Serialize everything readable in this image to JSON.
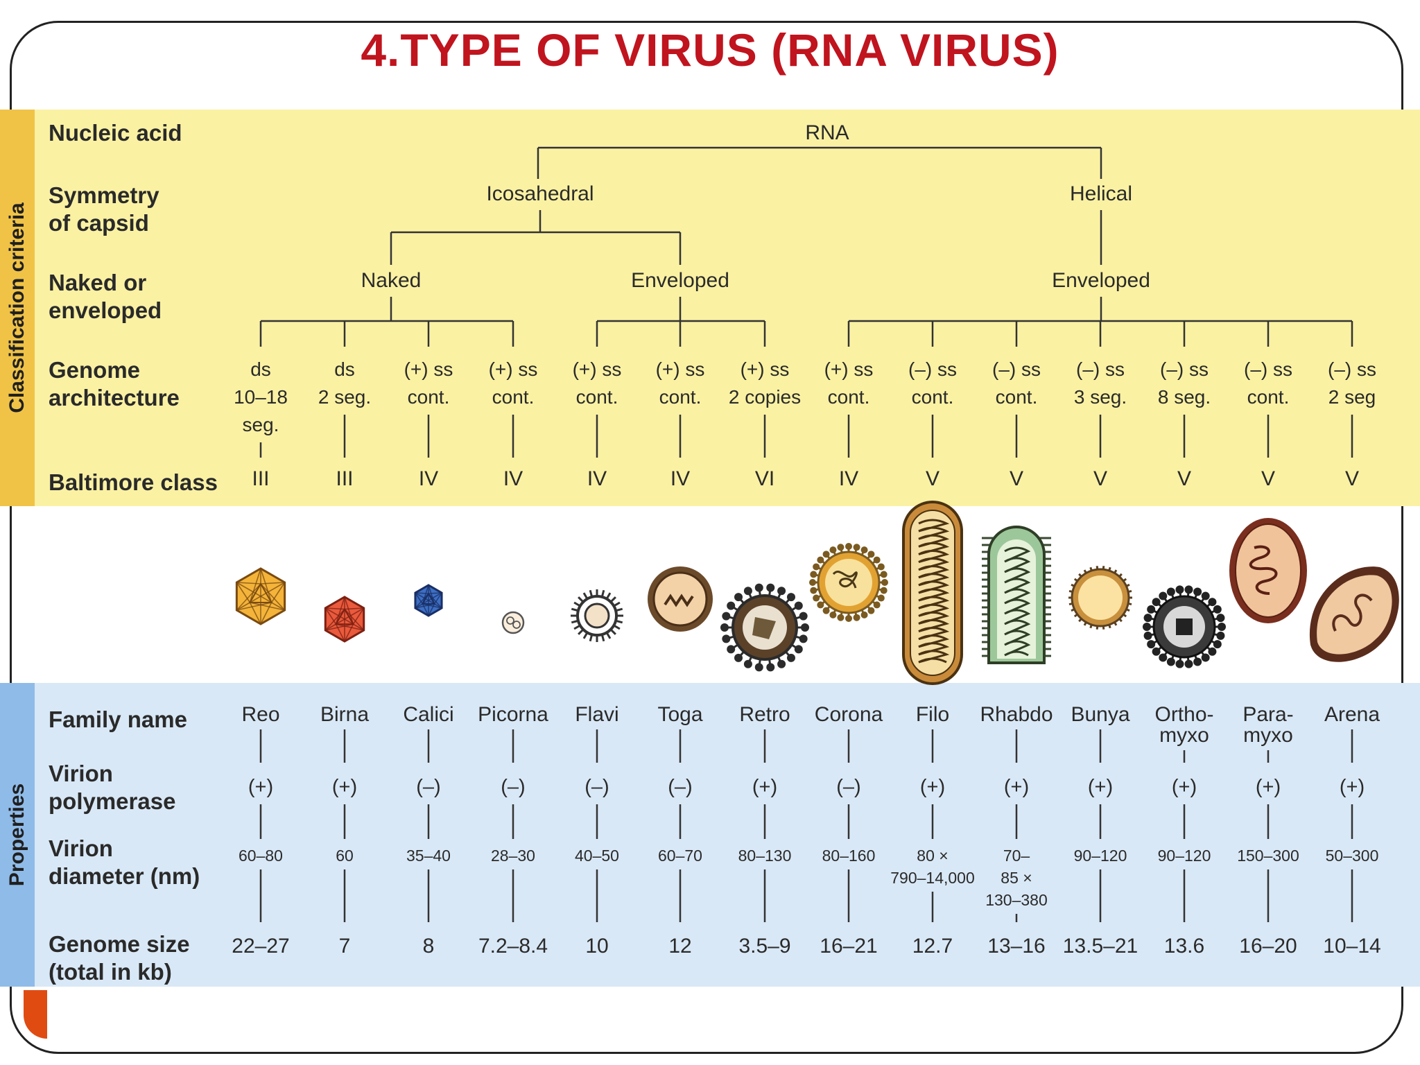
{
  "title": "4.TYPE OF VIRUS (RNA VIRUS)",
  "section_labels": {
    "classification": "Classification criteria",
    "properties": "Properties"
  },
  "row_labels": {
    "nucleic_acid": "Nucleic acid",
    "symmetry": [
      "Symmetry",
      "of capsid"
    ],
    "naked_enveloped": [
      "Naked or",
      "enveloped"
    ],
    "genome_architecture": [
      "Genome",
      "architecture"
    ],
    "baltimore": "Baltimore class",
    "family": "Family name",
    "polymerase": [
      "Virion",
      "polymerase"
    ],
    "diameter": [
      "Virion",
      "diameter (nm)"
    ],
    "genome_size": [
      "Genome size",
      "(total in kb)"
    ]
  },
  "tree": {
    "root": "RNA",
    "symmetry": [
      "Icosahedral",
      "Helical"
    ],
    "envelope": [
      "Naked",
      "Enveloped",
      "Enveloped"
    ]
  },
  "viruses": [
    {
      "arch": [
        "ds",
        "10–18",
        "seg."
      ],
      "baltimore": "III",
      "family": [
        "Reo"
      ],
      "polymerase": "(+)",
      "diameter": [
        "60–80"
      ],
      "genome_size": "22–27"
    },
    {
      "arch": [
        "ds",
        "2 seg."
      ],
      "baltimore": "III",
      "family": [
        "Birna"
      ],
      "polymerase": "(+)",
      "diameter": [
        "60"
      ],
      "genome_size": "7"
    },
    {
      "arch": [
        "(+) ss",
        "cont."
      ],
      "baltimore": "IV",
      "family": [
        "Calici"
      ],
      "polymerase": "(–)",
      "diameter": [
        "35–40"
      ],
      "genome_size": "8"
    },
    {
      "arch": [
        "(+) ss",
        "cont."
      ],
      "baltimore": "IV",
      "family": [
        "Picorna"
      ],
      "polymerase": "(–)",
      "diameter": [
        "28–30"
      ],
      "genome_size": "7.2–8.4"
    },
    {
      "arch": [
        "(+) ss",
        "cont."
      ],
      "baltimore": "IV",
      "family": [
        "Flavi"
      ],
      "polymerase": "(–)",
      "diameter": [
        "40–50"
      ],
      "genome_size": "10"
    },
    {
      "arch": [
        "(+) ss",
        "cont."
      ],
      "baltimore": "IV",
      "family": [
        "Toga"
      ],
      "polymerase": "(–)",
      "diameter": [
        "60–70"
      ],
      "genome_size": "12"
    },
    {
      "arch": [
        "(+) ss",
        "2 copies"
      ],
      "baltimore": "VI",
      "family": [
        "Retro"
      ],
      "polymerase": "(+)",
      "diameter": [
        "80–130"
      ],
      "genome_size": "3.5–9"
    },
    {
      "arch": [
        "(+) ss",
        "cont."
      ],
      "baltimore": "IV",
      "family": [
        "Corona"
      ],
      "polymerase": "(–)",
      "diameter": [
        "80–160"
      ],
      "genome_size": "16–21"
    },
    {
      "arch": [
        "(–) ss",
        "cont."
      ],
      "baltimore": "V",
      "family": [
        "Filo"
      ],
      "polymerase": "(+)",
      "diameter": [
        "80 ×",
        "790–14,000"
      ],
      "genome_size": "12.7"
    },
    {
      "arch": [
        "(–) ss",
        "cont."
      ],
      "baltimore": "V",
      "family": [
        "Rhabdo"
      ],
      "polymerase": "(+)",
      "diameter": [
        "70–",
        "85 ×",
        "130–380"
      ],
      "genome_size": "13–16"
    },
    {
      "arch": [
        "(–) ss",
        "3 seg."
      ],
      "baltimore": "V",
      "family": [
        "Bunya"
      ],
      "polymerase": "(+)",
      "diameter": [
        "90–120"
      ],
      "genome_size": "13.5–21"
    },
    {
      "arch": [
        "(–) ss",
        "8 seg."
      ],
      "baltimore": "V",
      "family": [
        "Ortho-",
        "myxo"
      ],
      "polymerase": "(+)",
      "diameter": [
        "90–120"
      ],
      "genome_size": "13.6"
    },
    {
      "arch": [
        "(–) ss",
        "cont."
      ],
      "baltimore": "V",
      "family": [
        "Para-",
        "myxo"
      ],
      "polymerase": "(+)",
      "diameter": [
        "150–300"
      ],
      "genome_size": "16–20"
    },
    {
      "arch": [
        "(–) ss",
        "2 seg"
      ],
      "baltimore": "V",
      "family": [
        "Arena"
      ],
      "polymerase": "(+)",
      "diameter": [
        "50–300"
      ],
      "genome_size": "10–14"
    }
  ],
  "colors": {
    "title": "#c0141e",
    "classification_band": "#faf1a3",
    "classification_strip": "#f0c347",
    "properties_band": "#d9e8f6",
    "properties_strip": "#8fbbe8",
    "accent": "#e04b12"
  }
}
